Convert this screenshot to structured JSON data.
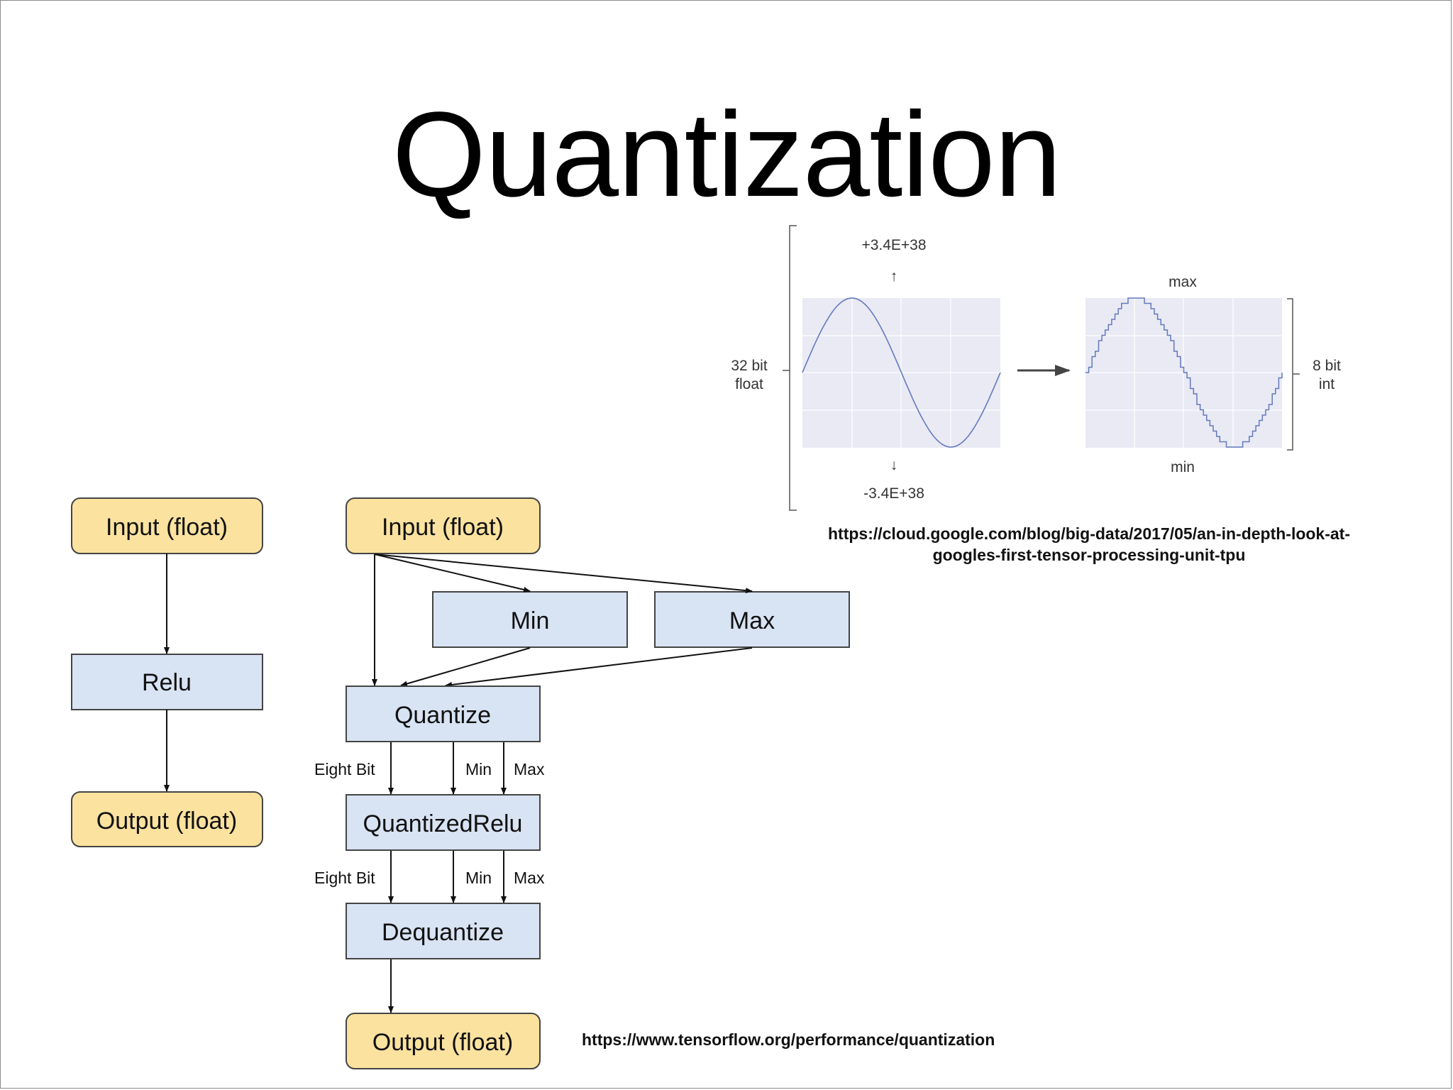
{
  "title": "Quantization",
  "colors": {
    "io_fill": "#fbe29f",
    "op_fill": "#d8e3f3",
    "plot_bg": "#e9eaf4",
    "curve": "#6479bd"
  },
  "left_graph": {
    "nodes": [
      "Input (float)",
      "Relu",
      "Output (float)"
    ]
  },
  "right_graph": {
    "input": "Input (float)",
    "min": "Min",
    "max": "Max",
    "quantize": "Quantize",
    "quantized_relu": "QuantizedRelu",
    "dequantize": "Dequantize",
    "output": "Output (float)",
    "edge_labels_1": [
      "Eight Bit",
      "Min",
      "Max"
    ],
    "edge_labels_2": [
      "Eight Bit",
      "Min",
      "Max"
    ]
  },
  "tpu_figure": {
    "top_value": "+3.4E+38",
    "bottom_value": "-3.4E+38",
    "up_arrow": "↑",
    "down_arrow": "↓",
    "left_label_1": "32 bit",
    "left_label_2": "float",
    "right_label_1": "8 bit",
    "right_label_2": "int",
    "max_label": "max",
    "min_label": "min"
  },
  "urls": {
    "tpu_line1": "https://cloud.google.com/blog/big-data/2017/05/an-in-depth-look-at-",
    "tpu_line2": "googles-first-tensor-processing-unit-tpu",
    "tensorflow": "https://www.tensorflow.org/performance/quantization"
  }
}
